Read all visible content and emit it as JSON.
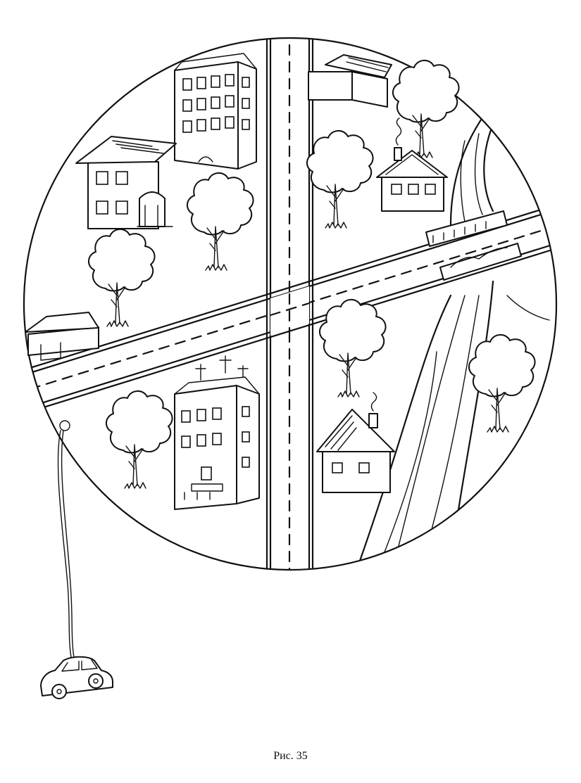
{
  "figure": {
    "caption": "Рис. 35",
    "colors": {
      "ink": "#111111",
      "paper": "#ffffff"
    },
    "icons": [
      "map-circle",
      "house-icon",
      "apartment-building-icon",
      "tree-icon",
      "river",
      "bridge-icon",
      "road",
      "car-icon",
      "cord"
    ]
  }
}
